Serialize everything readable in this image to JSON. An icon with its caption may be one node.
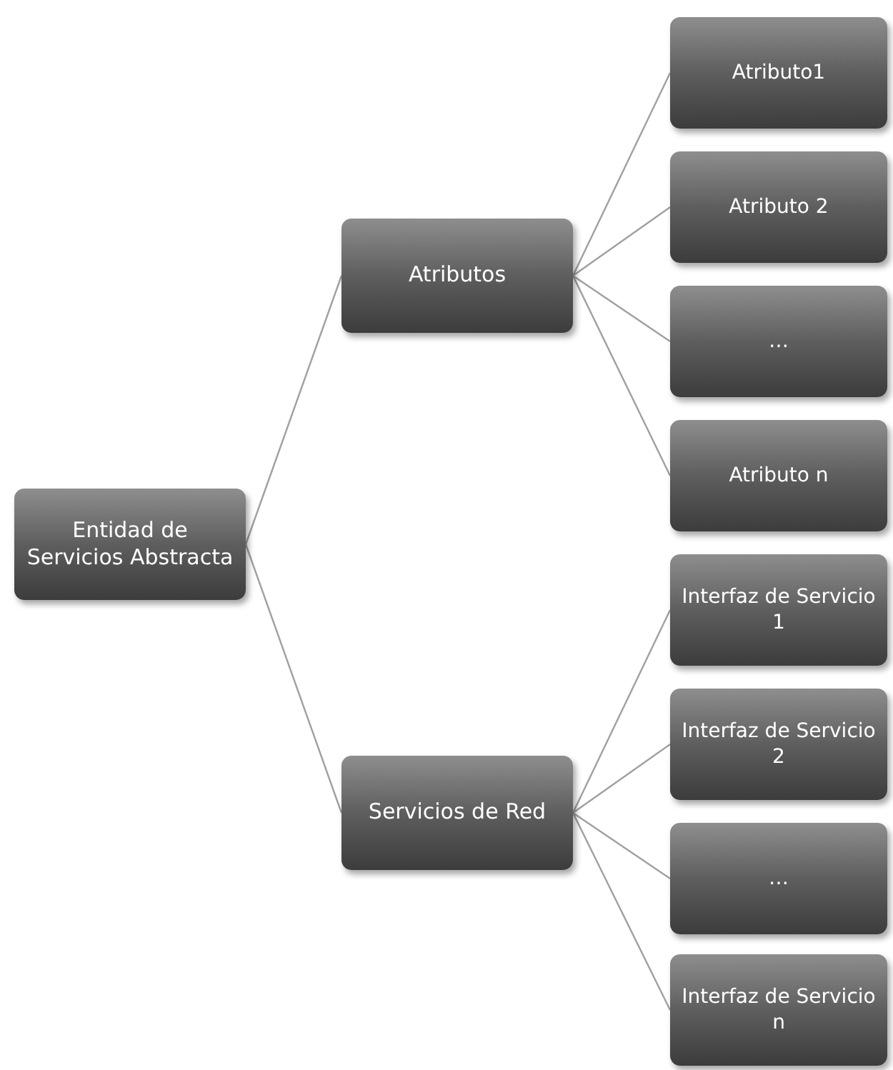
{
  "diagram": {
    "nodes": [
      {
        "text": [
          "Entidad de Servicios Abstracta"
        ]
      },
      {
        "text": [
          "Atributos"
        ]
      },
      {
        "text": [
          "Atributo1"
        ]
      },
      {
        "text": [
          "Atributo 2"
        ]
      },
      {
        "text": [
          "…"
        ]
      },
      {
        "text": [
          "Atributo n"
        ]
      },
      {
        "text": [
          "Servicios de Red"
        ]
      },
      {
        "text": [
          "Interfaz de Servicio 1"
        ]
      },
      {
        "text": [
          "Interfaz de Servicio 2"
        ]
      },
      {
        "text": [
          "…"
        ]
      },
      {
        "text": [
          "Interfaz de Servicio n"
        ]
      }
    ],
    "edges": [
      {
        "from": 0,
        "to": 1,
        "arrow": "none"
      },
      {
        "from": 0,
        "to": 6,
        "arrow": "none"
      },
      {
        "from": 1,
        "to": 2,
        "arrow": "none"
      },
      {
        "from": 1,
        "to": 3,
        "arrow": "none"
      },
      {
        "from": 1,
        "to": 4,
        "arrow": "none"
      },
      {
        "from": 1,
        "to": 5,
        "arrow": "none"
      },
      {
        "from": 6,
        "to": 7,
        "arrow": "none"
      },
      {
        "from": 6,
        "to": 8,
        "arrow": "none"
      },
      {
        "from": 6,
        "to": 9,
        "arrow": "none"
      },
      {
        "from": 6,
        "to": 10,
        "arrow": "none"
      }
    ]
  }
}
